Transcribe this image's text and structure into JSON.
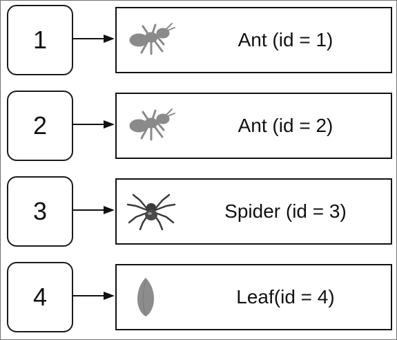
{
  "entries": [
    {
      "key": "1",
      "label": "Ant (id = 1)",
      "icon": "ant-icon"
    },
    {
      "key": "2",
      "label": "Ant (id = 2)",
      "icon": "ant-icon"
    },
    {
      "key": "3",
      "label": "Spider (id = 3)",
      "icon": "spider-icon"
    },
    {
      "key": "4",
      "label": "Leaf(id = 4)",
      "icon": "leaf-icon"
    }
  ],
  "colors": {
    "border": "#111111",
    "ant": "#8a8a8a",
    "spider": "#3a3a3a",
    "leaf": "#8c8c8c"
  }
}
